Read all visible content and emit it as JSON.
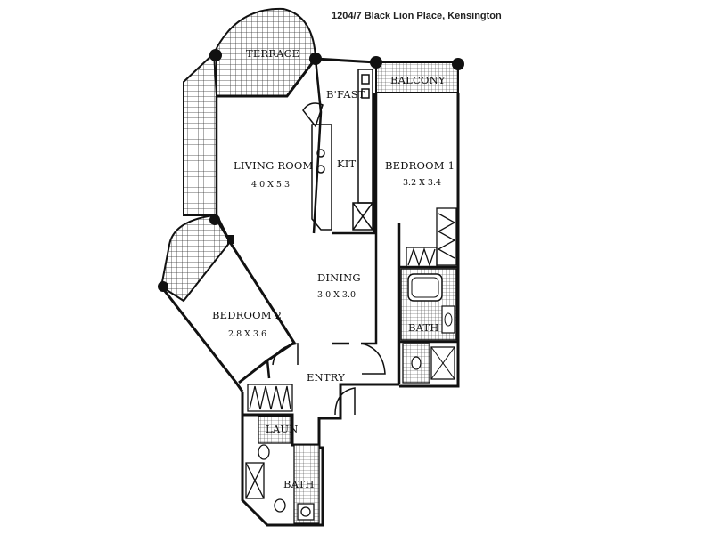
{
  "header": {
    "address": "1204/7 Black Lion Place, Kensington"
  },
  "rooms": {
    "terrace": "TERRACE",
    "balcony": "BALCONY",
    "bfast": "B'FAST",
    "living": {
      "name": "LIVING ROOM",
      "dims": "4.0 X 5.3"
    },
    "kit": "KIT",
    "bedroom1": {
      "name": "BEDROOM 1",
      "dims": "3.2 X 3.4"
    },
    "dining": {
      "name": "DINING",
      "dims": "3.0 X 3.0"
    },
    "bedroom2": {
      "name": "BEDROOM 2",
      "dims": "2.8 X 3.6"
    },
    "bath_upper": "BATH",
    "entry": "ENTRY",
    "laun": "LAUN",
    "bath_lower": "BATH"
  }
}
